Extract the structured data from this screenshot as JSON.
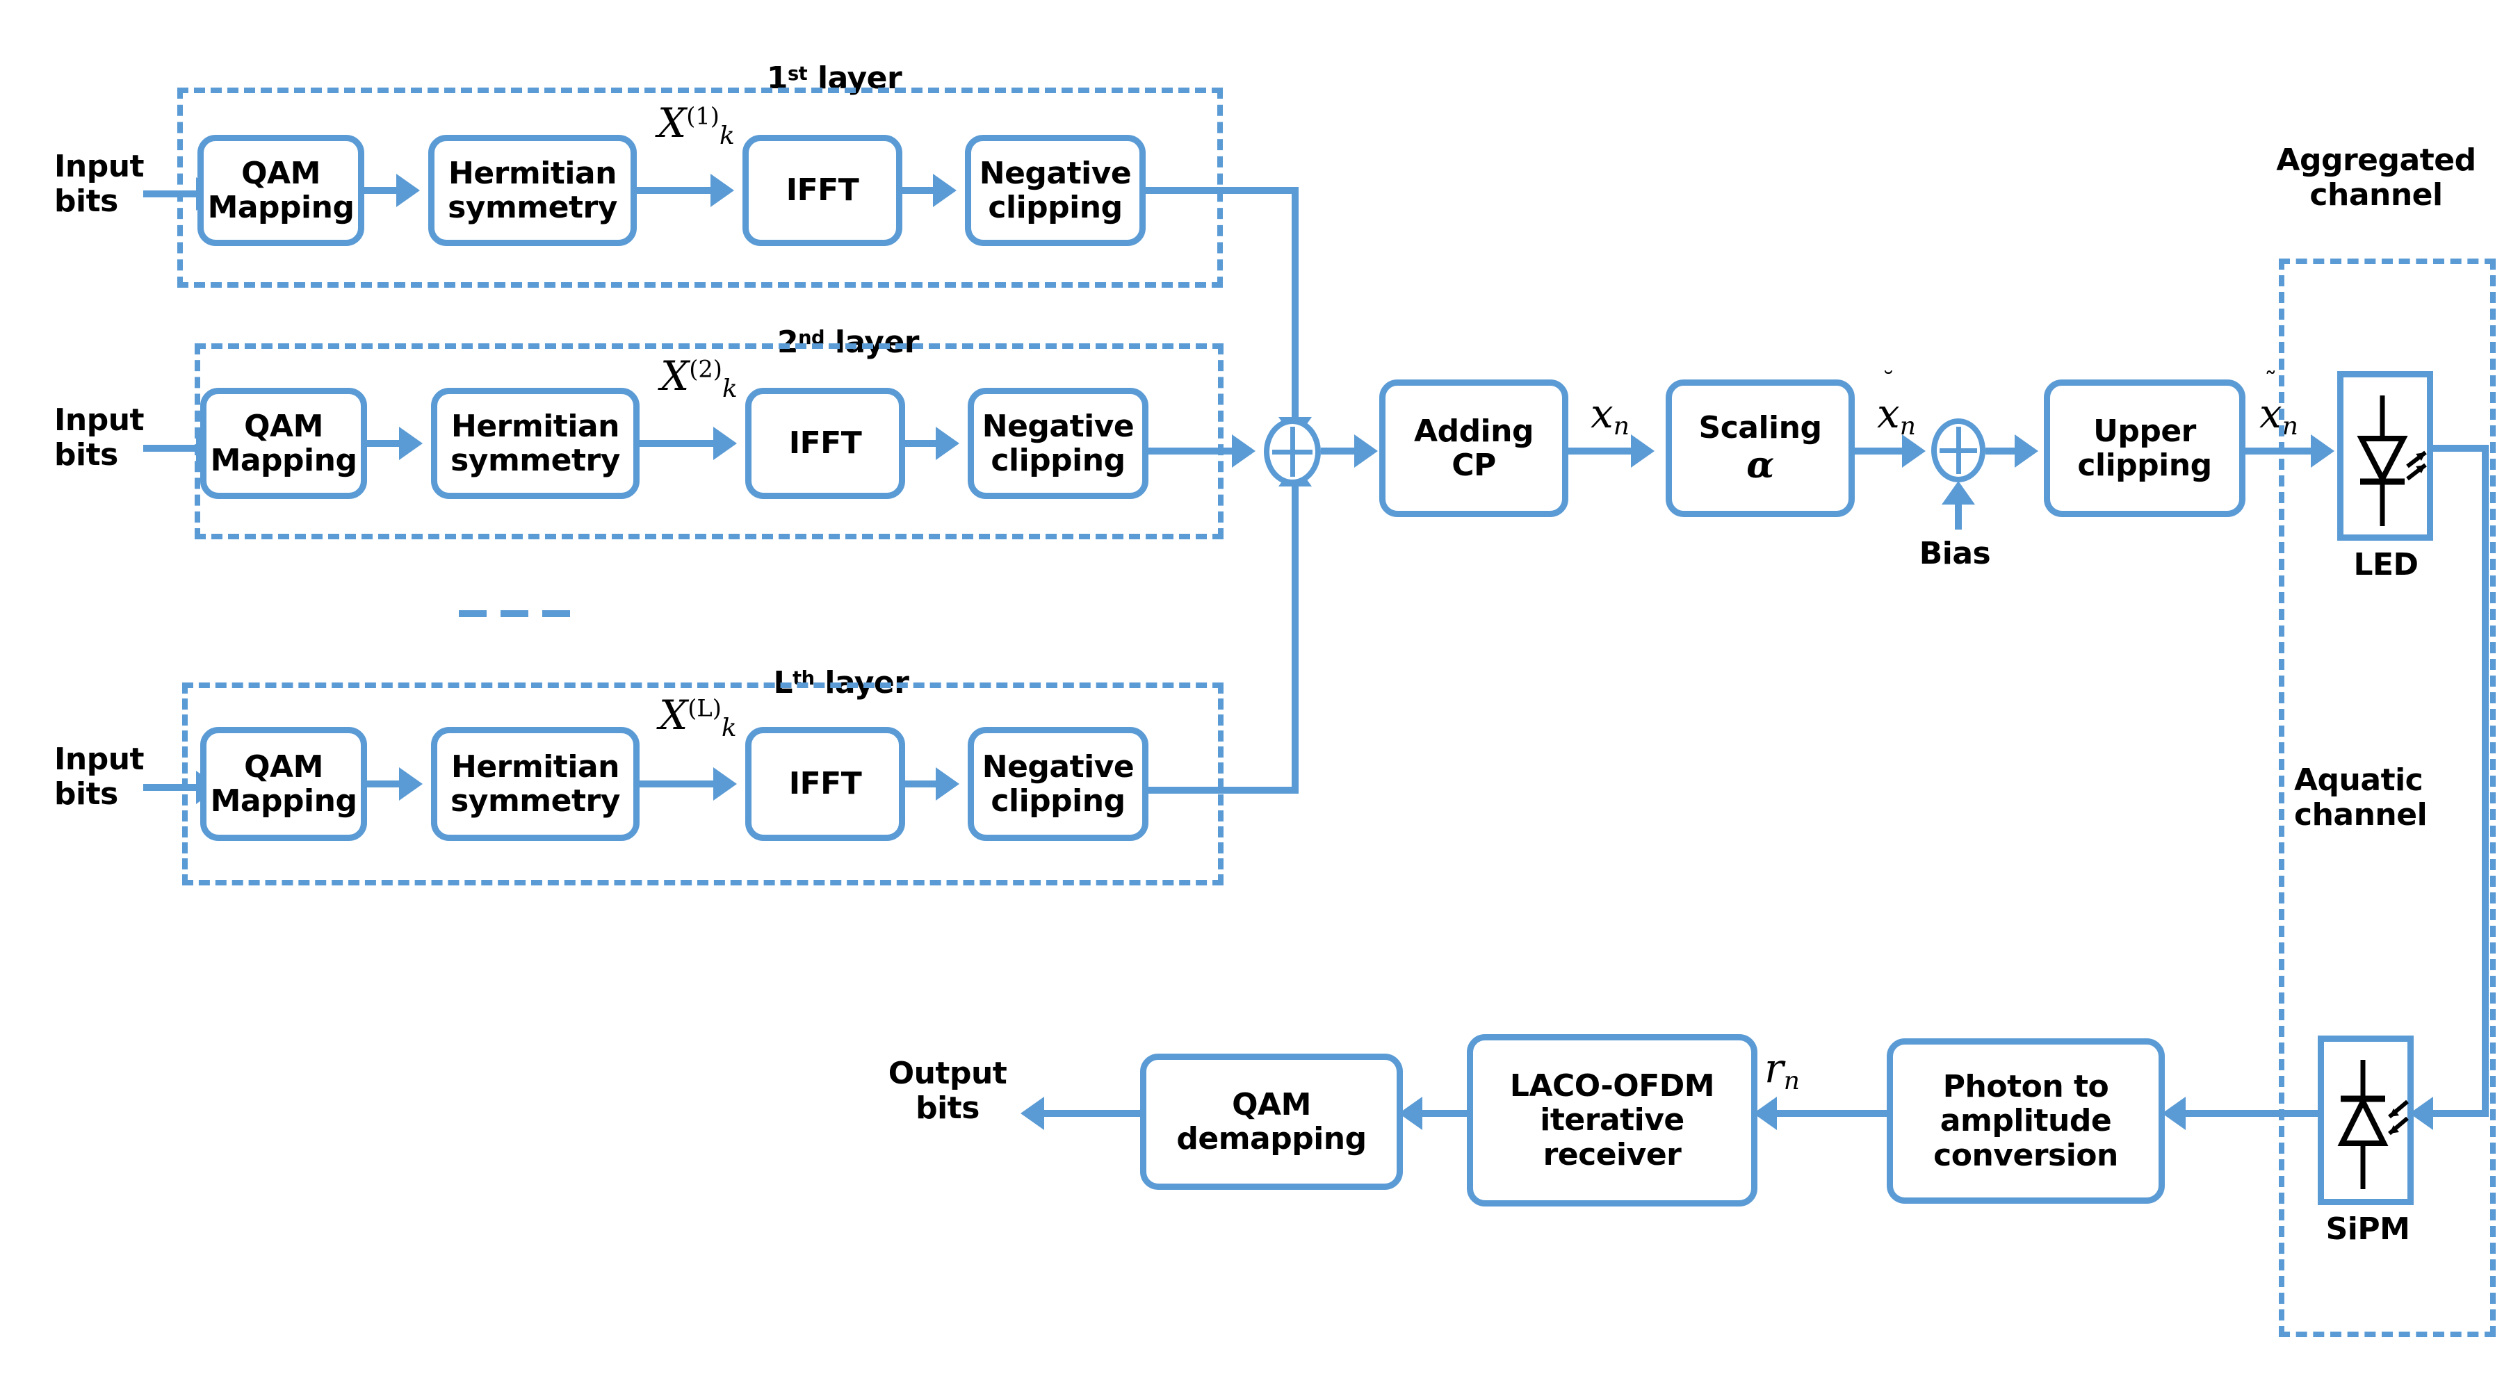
{
  "figure": {
    "title": "LACO-OFDM underwater visible light communication system block diagram",
    "accent_color": "#5B9BD5",
    "text_color": "#000000",
    "background": "#ffffff"
  },
  "transmitter": {
    "layers": [
      {
        "group_label": "1",
        "group_label_suffix": "st",
        "group_label_tail": " layer",
        "input_label": "Input\nbits",
        "blocks": [
          {
            "label_line1": "QAM",
            "label_line2": "Mapping"
          },
          {
            "label_line1": "Hermitian",
            "label_line2": "symmetry"
          },
          {
            "label_line1": "IFFT",
            "label_line2": ""
          },
          {
            "label_line1": "Negative",
            "label_line2": "clipping"
          }
        ],
        "signal_symbol": "X",
        "signal_sub": "k",
        "signal_sup": "(1)"
      },
      {
        "group_label": "2",
        "group_label_suffix": "nd",
        "group_label_tail": " layer",
        "input_label": "Input\nbits",
        "blocks": [
          {
            "label_line1": "QAM",
            "label_line2": "Mapping"
          },
          {
            "label_line1": "Hermitian",
            "label_line2": "symmetry"
          },
          {
            "label_line1": "IFFT",
            "label_line2": ""
          },
          {
            "label_line1": "Negative",
            "label_line2": "clipping"
          }
        ],
        "signal_symbol": "X",
        "signal_sub": "k",
        "signal_sup": "(2)"
      },
      {
        "group_label": "L",
        "group_label_suffix": "th",
        "group_label_tail": " layer",
        "input_label": "Input\nbits",
        "blocks": [
          {
            "label_line1": "QAM",
            "label_line2": "Mapping"
          },
          {
            "label_line1": "Hermitian",
            "label_line2": "symmetry"
          },
          {
            "label_line1": "IFFT",
            "label_line2": ""
          },
          {
            "label_line1": "Negative",
            "label_line2": "clipping"
          }
        ],
        "signal_symbol": "X",
        "signal_sub": "k",
        "signal_sup": "(L)"
      }
    ],
    "adder_symbol": "+",
    "chain": [
      {
        "label_line1": "Adding",
        "label_line2": "CP"
      },
      {
        "label_line1": "Scaling",
        "label_line2": "α"
      },
      {
        "label_line1": "Upper",
        "label_line2": "clipping"
      }
    ],
    "signal_after_cp": {
      "symbol": "x",
      "sub": "n",
      "accent": "none"
    },
    "signal_after_scaling": {
      "symbol": "x",
      "sub": "n",
      "accent": "breve"
    },
    "signal_after_clipping": {
      "symbol": "x",
      "sub": "n",
      "accent": "tilde"
    },
    "bias_label": "Bias"
  },
  "channel": {
    "aggregated_label": "Aggregated\nchannel",
    "aquatic_label": "Aquatic\nchannel",
    "led_label": "LED",
    "sipm_label": "SiPM",
    "led_icon": "led-diode-icon",
    "sipm_icon": "photodiode-icon"
  },
  "receiver": {
    "blocks": [
      {
        "label_line1": "Photon to",
        "label_line2": "amplitude",
        "label_line3": "conversion"
      },
      {
        "label_line1": "LACO-OFDM",
        "label_line2": "iterative",
        "label_line3": "receiver"
      },
      {
        "label_line1": "QAM",
        "label_line2": "demapping",
        "label_line3": ""
      }
    ],
    "received_signal": {
      "symbol": "r",
      "sub": "n"
    },
    "output_label": "Output\nbits"
  }
}
